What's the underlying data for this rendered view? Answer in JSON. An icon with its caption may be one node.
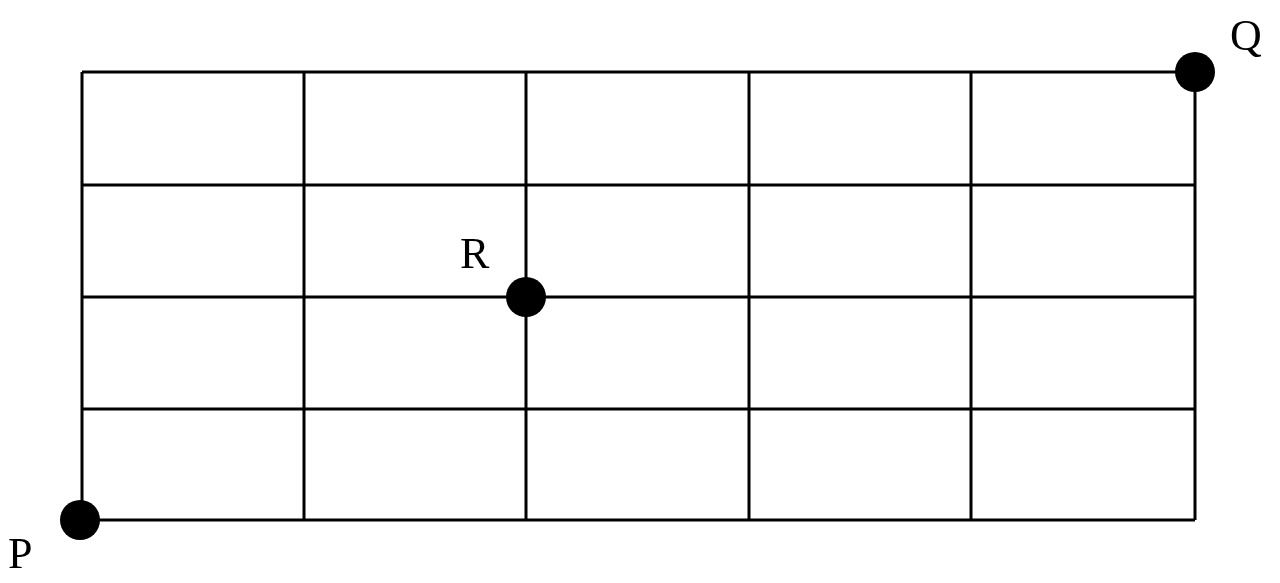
{
  "diagram": {
    "labels": [
      "Q",
      "R",
      "P"
    ]
  }
}
